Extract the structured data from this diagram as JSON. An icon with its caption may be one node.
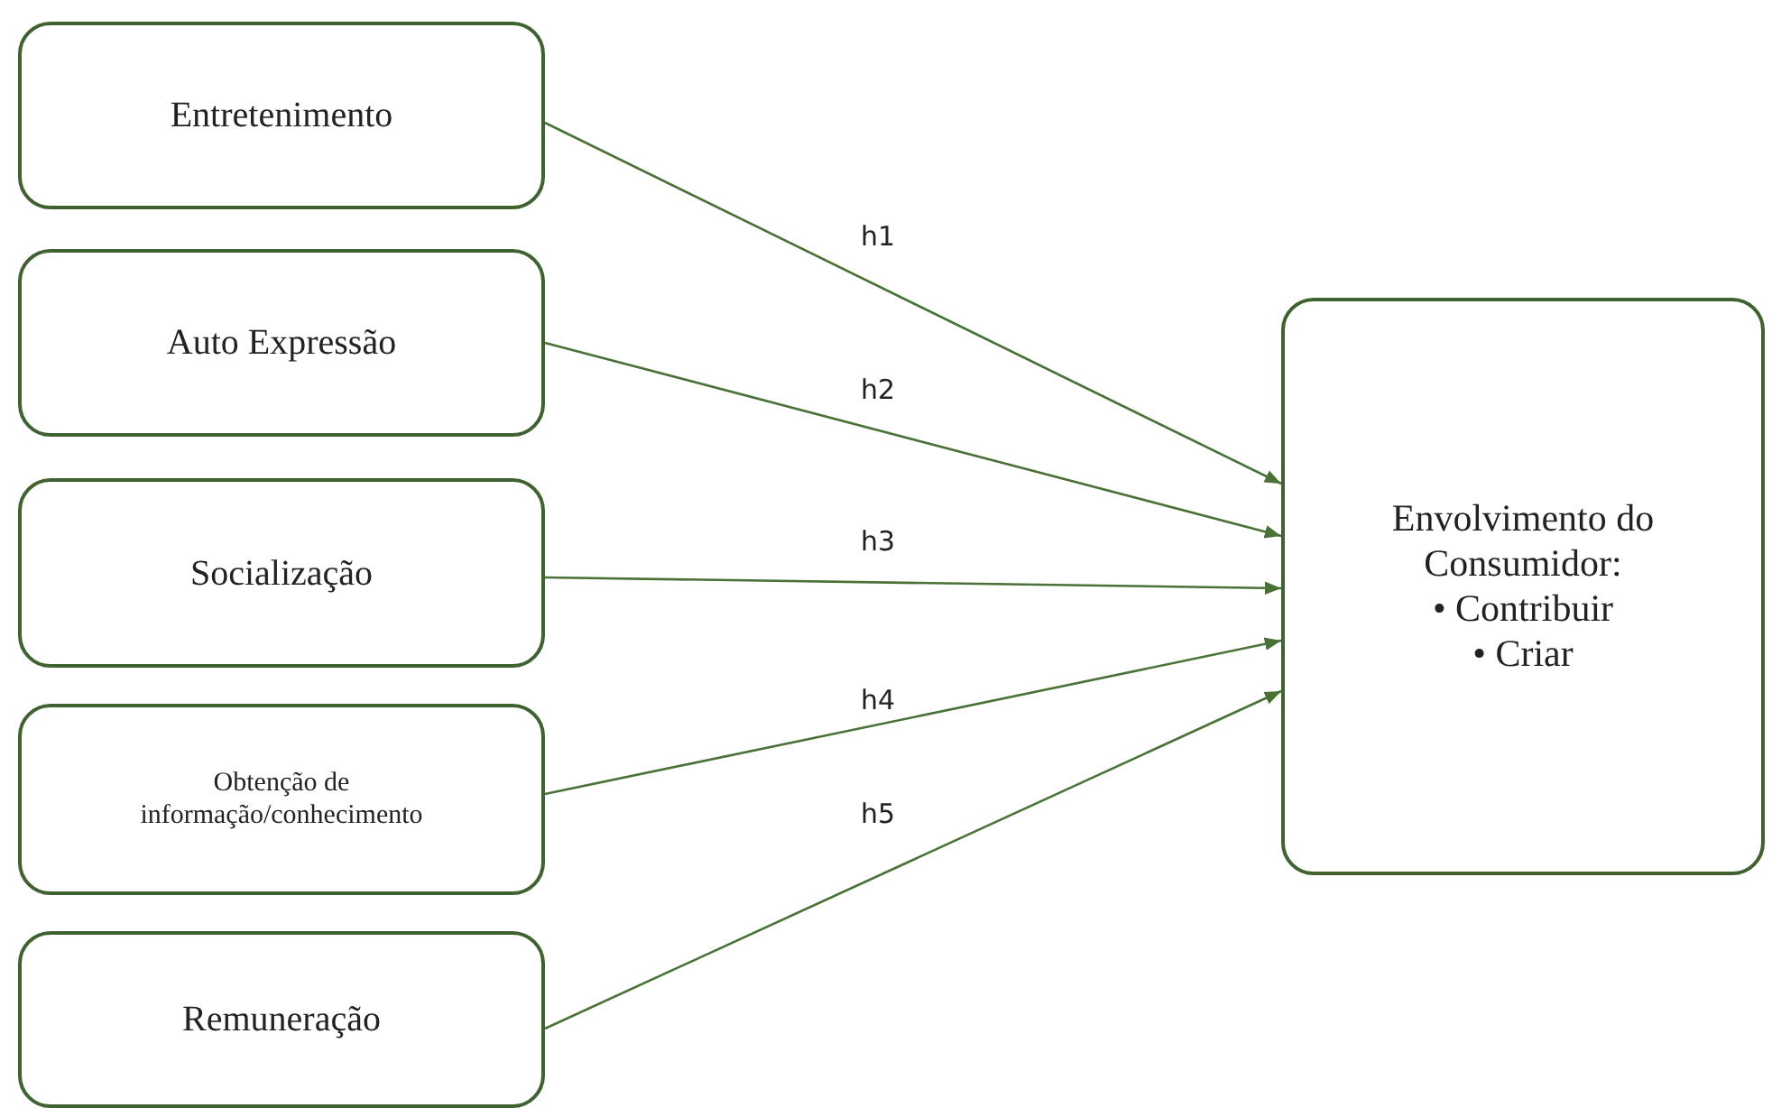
{
  "diagram": {
    "nodes": [
      {
        "text": [
          "Entretenimento"
        ]
      },
      {
        "text": [
          "Auto Expressão"
        ]
      },
      {
        "text": [
          "Socialização"
        ]
      },
      {
        "text": [
          "Obtenção de informação/conhecimento"
        ]
      },
      {
        "text": [
          "Remuneração"
        ]
      },
      {
        "text": [
          "Envolvimento do Consumidor:",
          "• Contribuir",
          "• Criar"
        ]
      }
    ],
    "edges": [
      {
        "from": 0,
        "to": 5,
        "arrow": "to",
        "label": "h1"
      },
      {
        "from": 1,
        "to": 5,
        "arrow": "to",
        "label": "h2"
      },
      {
        "from": 2,
        "to": 5,
        "arrow": "to",
        "label": "h3"
      },
      {
        "from": 3,
        "to": 5,
        "arrow": "to",
        "label": "h4"
      },
      {
        "from": 4,
        "to": 5,
        "arrow": "to",
        "label": "h5"
      }
    ]
  }
}
